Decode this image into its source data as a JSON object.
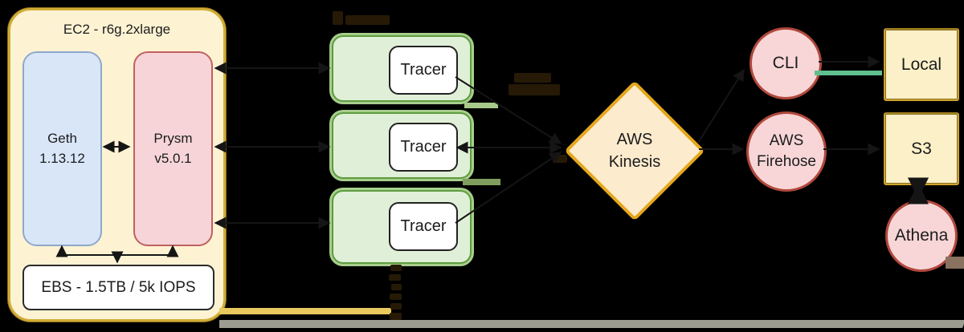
{
  "diagram": {
    "ec2": {
      "title": "EC2 - r6g.2xlarge",
      "geth_name": "Geth",
      "geth_version": "1.13.12",
      "prysm_name": "Prysm",
      "prysm_version": "v5.0.1",
      "ebs_label": "EBS - 1.5TB / 5k IOPS"
    },
    "tracer_boxes": [
      {
        "label": "Tracer"
      },
      {
        "label": "Tracer"
      },
      {
        "label": "Tracer"
      }
    ],
    "kinesis": {
      "line1": "AWS",
      "line2": "Kinesis"
    },
    "cli_label": "CLI",
    "firehose": {
      "line1": "AWS",
      "line2": "Firehose"
    },
    "local_label": "Local",
    "s3_label": "S3",
    "athena_label": "Athena"
  },
  "palette": {
    "background": "#000000",
    "ec2_fill": "#FDF3D3",
    "ec2_border": "#D1AC35",
    "geth_fill": "#D9E6F8",
    "geth_border": "#8FA8CC",
    "prysm_fill": "#F6D4D7",
    "prysm_border": "#C06060",
    "node_group_fill": "#E0F0D8",
    "node_group_border": "#5E9C3F",
    "node_group_outer_ring": "#A8CE8C",
    "kinesis_fill": "#FDEBCE",
    "kinesis_border": "#E4A71B",
    "circle_fill": "#F8D6D7",
    "circle_border": "#B0483C",
    "sink_box_fill": "#FBF0C8",
    "sink_box_border": "#CDA42C",
    "arrow_color": "#151515",
    "teal_segment": "#5FC08D",
    "light_green_segment": "#A9C98A",
    "dark_green_segment": "#7F9F5F",
    "yellow_segment": "#E9C85E",
    "gray_bottom_bar": "#9C9C90"
  }
}
